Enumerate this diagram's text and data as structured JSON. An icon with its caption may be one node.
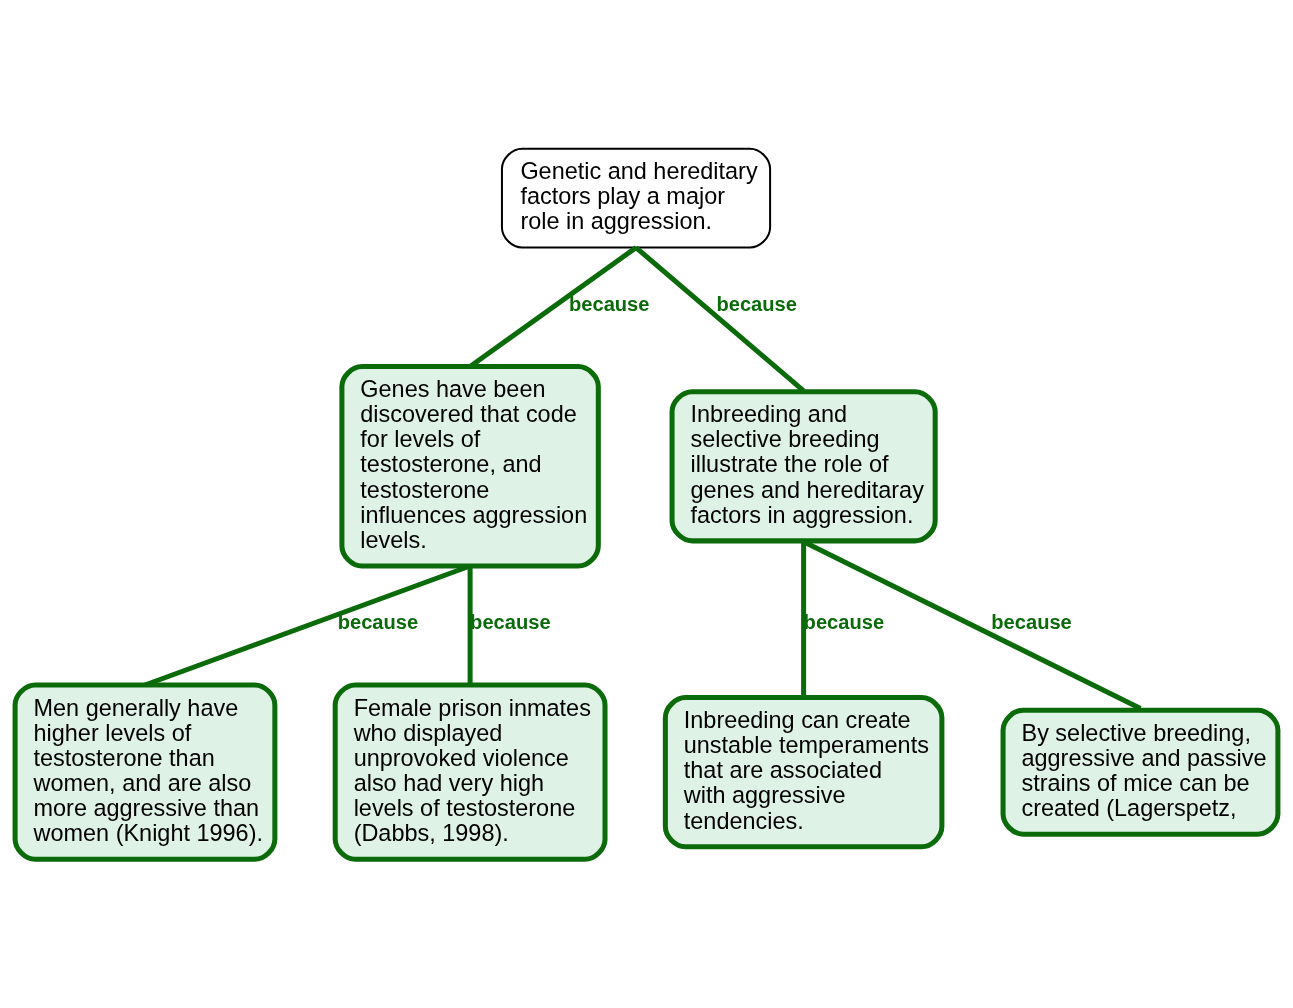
{
  "diagram": {
    "nodes": [
      {
        "text": [
          "Genetic and hereditary factors play a major role in aggression."
        ]
      },
      {
        "text": [
          "Genes have been discovered that code for levels of testosterone, and testosterone influences aggression levels."
        ]
      },
      {
        "text": [
          "Inbreeding and selective breeding illustrate the role of genes and hereditaray factors in aggression."
        ]
      },
      {
        "text": [
          "Men generally have higher levels of testosterone than women, and are also more aggressive than women (Knight 1996)."
        ]
      },
      {
        "text": [
          "Female prison inmates who displayed unprovoked violence also had very high levels of testosterone (Dabbs, 1998)."
        ]
      },
      {
        "text": [
          "Inbreeding can create unstable temperaments that are associated with aggressive tendencies."
        ]
      },
      {
        "text": [
          "By selective breeding, aggressive and passive strains of mice can be created (Lagerspetz,"
        ]
      }
    ],
    "edges": [
      {
        "from": 0,
        "to": 1,
        "arrow": "none",
        "label": "because"
      },
      {
        "from": 0,
        "to": 2,
        "arrow": "none",
        "label": "because"
      },
      {
        "from": 1,
        "to": 3,
        "arrow": "none",
        "label": "because"
      },
      {
        "from": 1,
        "to": 4,
        "arrow": "none",
        "label": "because"
      },
      {
        "from": 2,
        "to": 5,
        "arrow": "none",
        "label": "because"
      },
      {
        "from": 2,
        "to": 6,
        "arrow": "none",
        "label": "because"
      }
    ]
  }
}
